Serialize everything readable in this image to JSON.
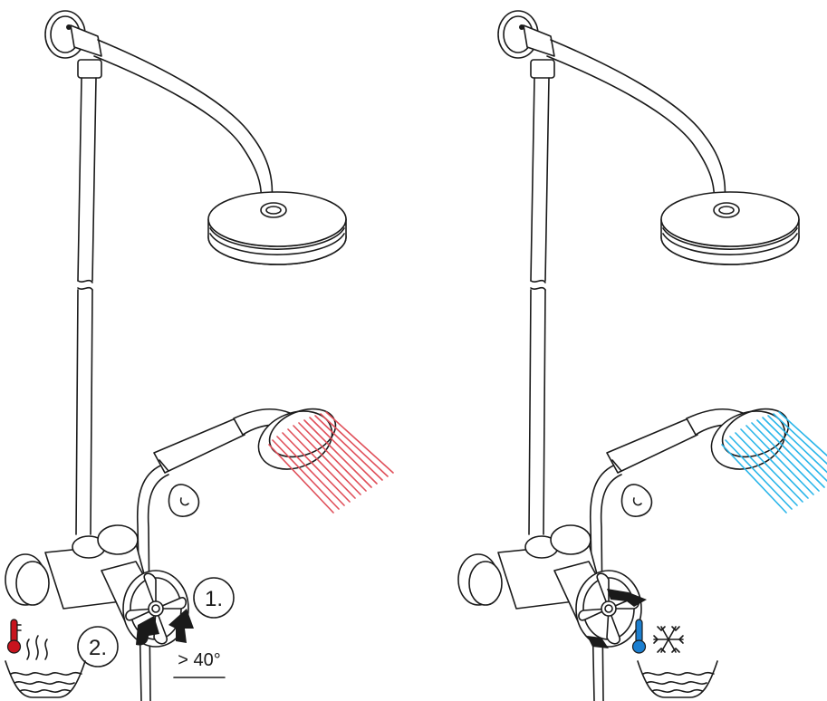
{
  "panels": [
    {
      "id": "hot",
      "step1": "1.",
      "step2": "2.",
      "threshold": "> 40°",
      "spray_color": "#e0505a",
      "thermometer_color": "#c8141e",
      "icon": "hot-water-icon"
    },
    {
      "id": "cold",
      "spray_color": "#2ab6ea",
      "thermometer_color": "#1c7fd0",
      "icon": "cold-water-snowflake-icon"
    }
  ]
}
